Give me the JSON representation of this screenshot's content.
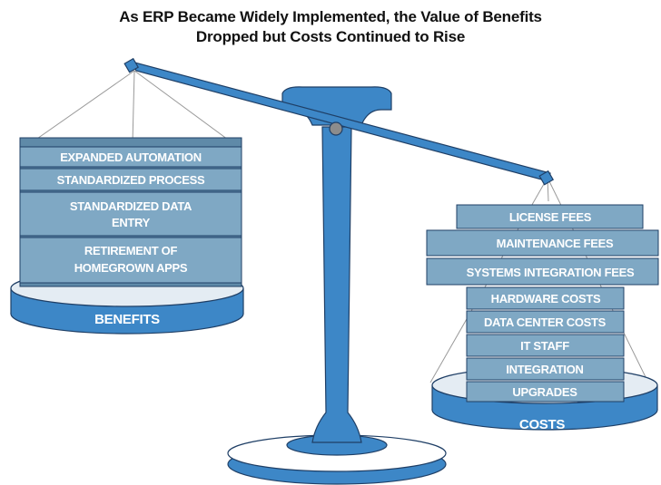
{
  "title": {
    "line1": "As ERP Became Widely Implemented, the Value of Benefits",
    "line2": "Dropped but Costs Continued to Rise"
  },
  "benefits": {
    "label": "BENEFITS",
    "blocks": [
      {
        "lines": [
          "EXPANDED AUTOMATION"
        ]
      },
      {
        "lines": [
          "STANDARDIZED PROCESS"
        ]
      },
      {
        "lines": [
          "STANDARDIZED DATA",
          "ENTRY"
        ]
      },
      {
        "lines": [
          "RETIREMENT OF",
          "HOMEGROWN APPS"
        ]
      }
    ]
  },
  "costs": {
    "label": "COSTS",
    "blocks": [
      {
        "lines": [
          "LICENSE FEES"
        ]
      },
      {
        "lines": [
          "MAINTENANCE FEES"
        ]
      },
      {
        "lines": [
          "SYSTEMS INTEGRATION FEES"
        ]
      },
      {
        "lines": [
          "HARDWARE COSTS"
        ]
      },
      {
        "lines": [
          "DATA CENTER COSTS"
        ]
      },
      {
        "lines": [
          "IT STAFF"
        ]
      },
      {
        "lines": [
          "INTEGRATION"
        ]
      },
      {
        "lines": [
          "UPGRADES"
        ]
      }
    ]
  },
  "colors": {
    "blue": "#3d87c7",
    "block": "#7fa8c4",
    "block_dark": "#5f8aa8",
    "outline": "#1f3f66",
    "dish_light": "#e4ecf3",
    "pivot": "#8c8c8c"
  }
}
